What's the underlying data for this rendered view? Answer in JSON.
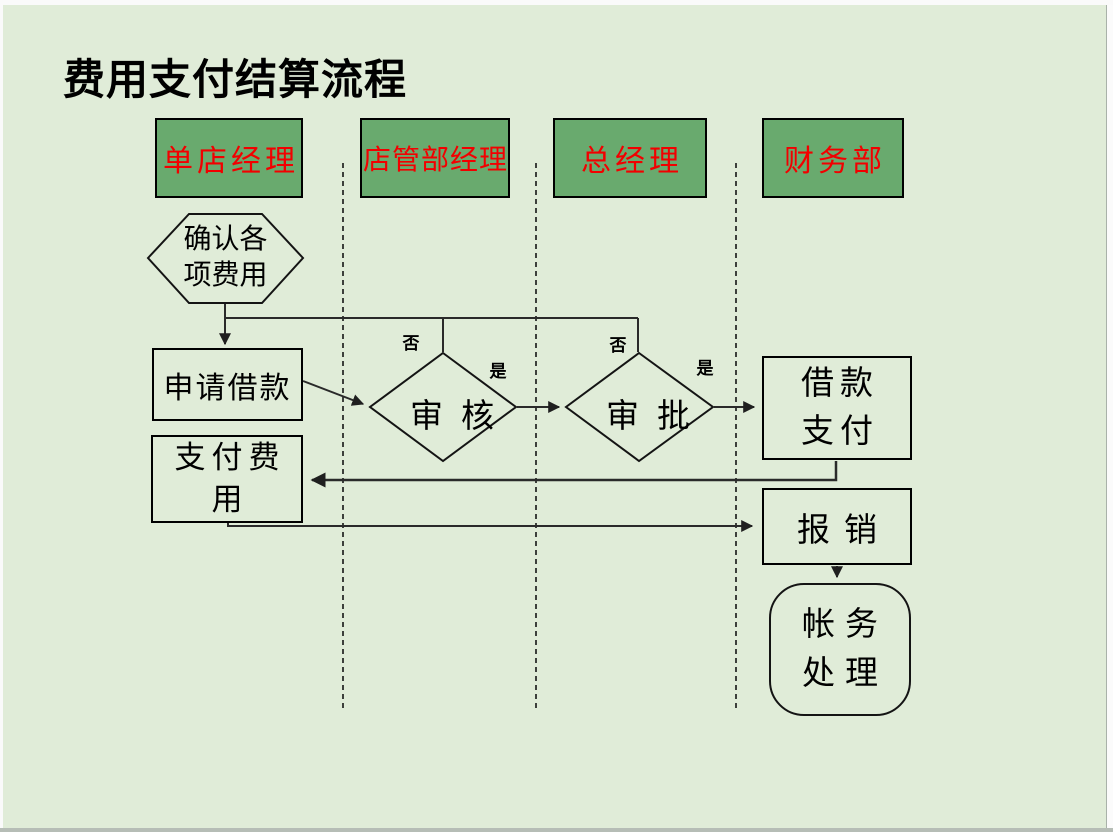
{
  "slide": {
    "title": "费用支付结算流程",
    "colors": {
      "background": "#e0ecd8",
      "lane_header_fill": "#69aa6e",
      "lane_header_text": "#f20000",
      "shape_border": "#000000",
      "connector": "#2a2a2a"
    }
  },
  "lanes": [
    {
      "label": "单店经理"
    },
    {
      "label": "店管部经理"
    },
    {
      "label": "总经理"
    },
    {
      "label": "财务部"
    }
  ],
  "nodes": {
    "confirm": {
      "shape": "hexagon",
      "line1": "确认各",
      "line2": "项费用"
    },
    "apply": {
      "shape": "rect",
      "label": "申请借款"
    },
    "review": {
      "shape": "diamond",
      "label": "审核",
      "no": "否",
      "yes": "是"
    },
    "approve": {
      "shape": "diamond",
      "label": "审批",
      "no": "否",
      "yes": "是"
    },
    "loan_pay": {
      "shape": "rect",
      "line1": "借款",
      "line2": "支付"
    },
    "pay_expense": {
      "shape": "rect",
      "line1": "支付费",
      "line2": "用"
    },
    "reimburse": {
      "shape": "rect",
      "label": "报销"
    },
    "accounting": {
      "shape": "rounded",
      "line1": "帐务",
      "line2": "处理"
    }
  }
}
